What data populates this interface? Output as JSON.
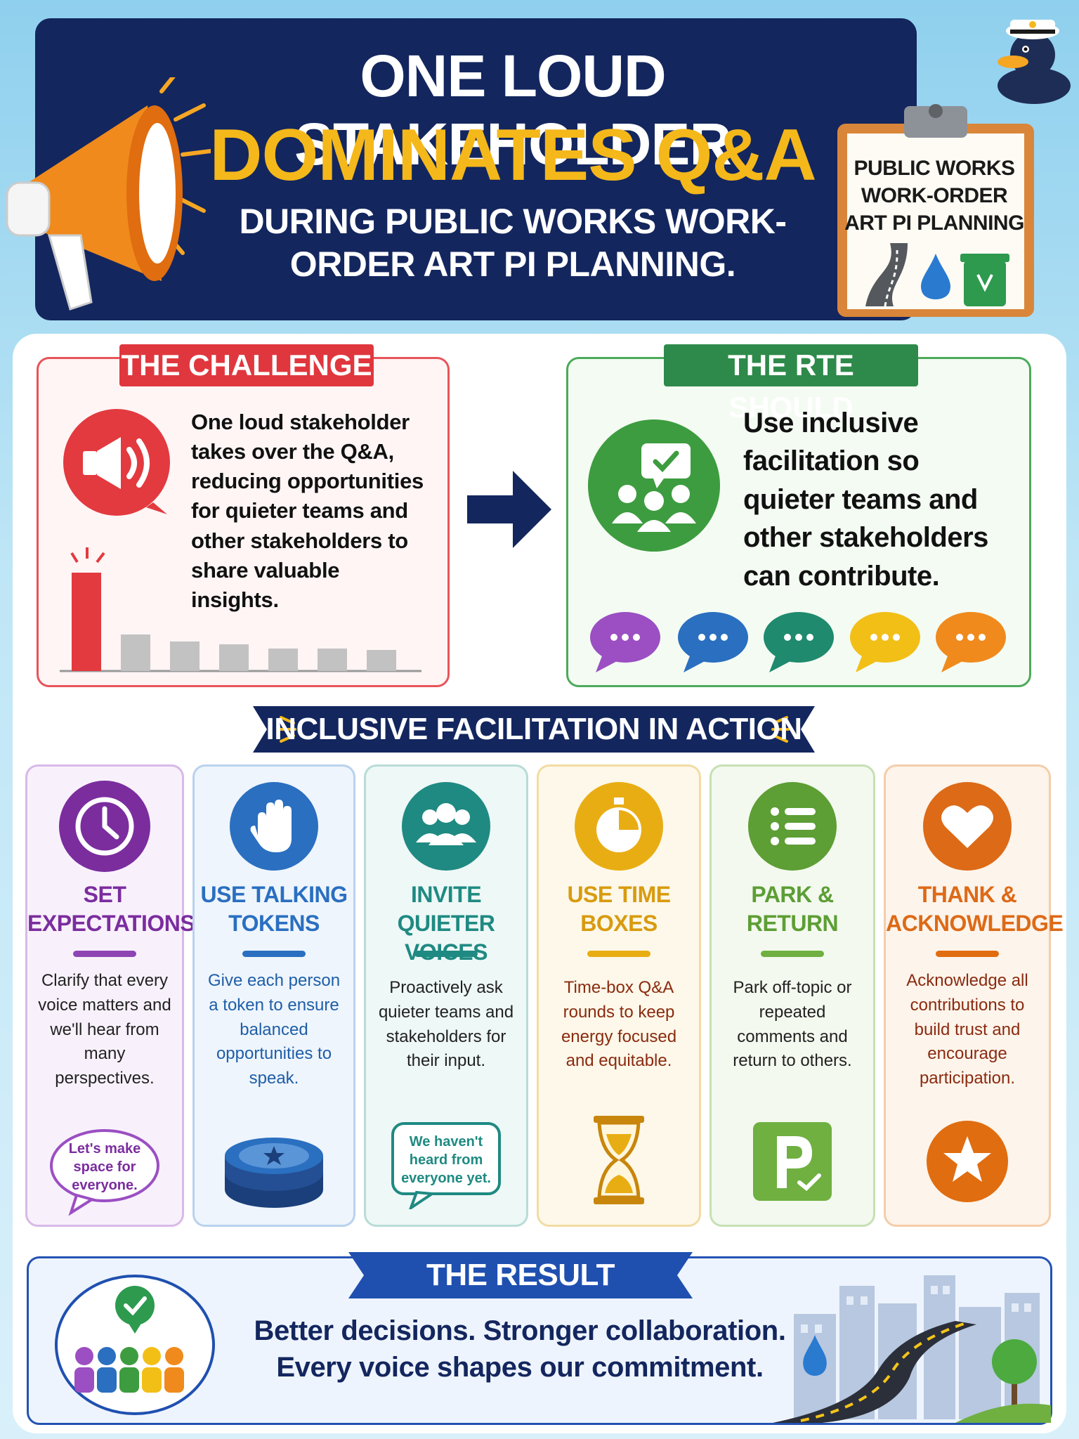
{
  "header": {
    "title_line1": "ONE LOUD STAKEHOLDER",
    "title_line2": "DOMINATES Q&A",
    "subtitle": "DURING PUBLIC WORKS WORK-ORDER ART PI PLANNING."
  },
  "clipboard": {
    "line1": "PUBLIC WORKS",
    "line2": "WORK-ORDER",
    "line3": "ART PI PLANNING"
  },
  "challenge": {
    "tag": "THE CHALLENGE",
    "text": "One loud stakeholder takes over the Q&A, reducing opportunities for quieter teams and other stakeholders to share valuable insights."
  },
  "rte": {
    "tag": "THE RTE SHOULD",
    "text": "Use inclusive facilitation so quieter teams and other stakeholders can contribute."
  },
  "action": {
    "title": "INCLUSIVE FACILITATION IN ACTION"
  },
  "cards": [
    {
      "title": "SET EXPECTATIONS",
      "body": "Clarify that every voice matters and we'll hear from many perspectives.",
      "bubble": "Let's make space for everyone.",
      "color": "#7b2d9e"
    },
    {
      "title": "USE TALKING TOKENS",
      "body": "Give each person a token to ensure balanced opportunities to speak.",
      "color": "#2a6fc0"
    },
    {
      "title": "INVITE QUIETER VOICES",
      "body": "Proactively ask quieter teams and stakeholders for their input.",
      "bubble": "We haven't heard from everyone yet.",
      "color": "#1f8a82"
    },
    {
      "title": "USE TIME BOXES",
      "body": "Time-box Q&A rounds to keep energy focused and equitable.",
      "color": "#d89b10"
    },
    {
      "title": "PARK & RETURN",
      "body": "Park off-topic or repeated comments and return to others.",
      "color": "#5d9e35"
    },
    {
      "title": "THANK & ACKNOWLEDGE",
      "body": "Acknowledge all contributions to build trust and encourage participation.",
      "color": "#dd6a17"
    }
  ],
  "result": {
    "tag": "THE RESULT",
    "line1": "Better decisions. Stronger collaboration.",
    "line2": "Every voice shapes our commitment."
  }
}
